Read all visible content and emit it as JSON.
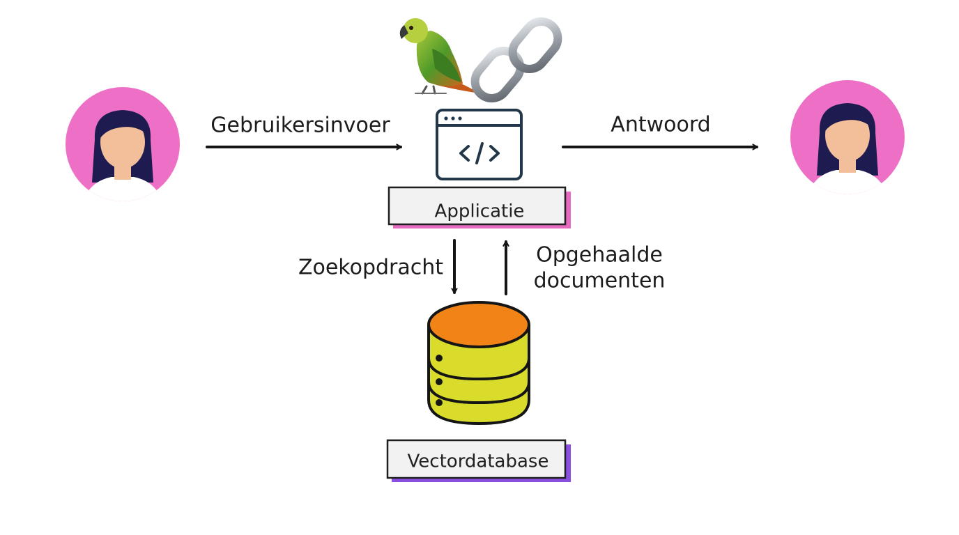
{
  "nodes": {
    "application_label": "Applicatie",
    "vector_db_label": "Vectordatabase"
  },
  "edges": {
    "user_input": "Gebruikersinvoer",
    "response": "Antwoord",
    "search_query": "Zoekopdracht",
    "retrieved_docs_line1": "Opgehaalde",
    "retrieved_docs_line2": "documenten"
  },
  "icons": {
    "left_user": "user-avatar-icon",
    "right_user": "user-avatar-icon",
    "parrot": "parrot-icon",
    "chain": "chain-link-icon",
    "app_window": "code-window-icon",
    "database": "database-icon"
  },
  "colors": {
    "avatar_bg": "#ee6fc6",
    "hair": "#1d1b4f",
    "skin": "#f3bf9b",
    "db_top": "#f28417",
    "db_body": "#d9dc2a",
    "app_box_accent": "#e66bc0",
    "db_box_accent": "#8a4fe0",
    "ink": "#151515"
  }
}
